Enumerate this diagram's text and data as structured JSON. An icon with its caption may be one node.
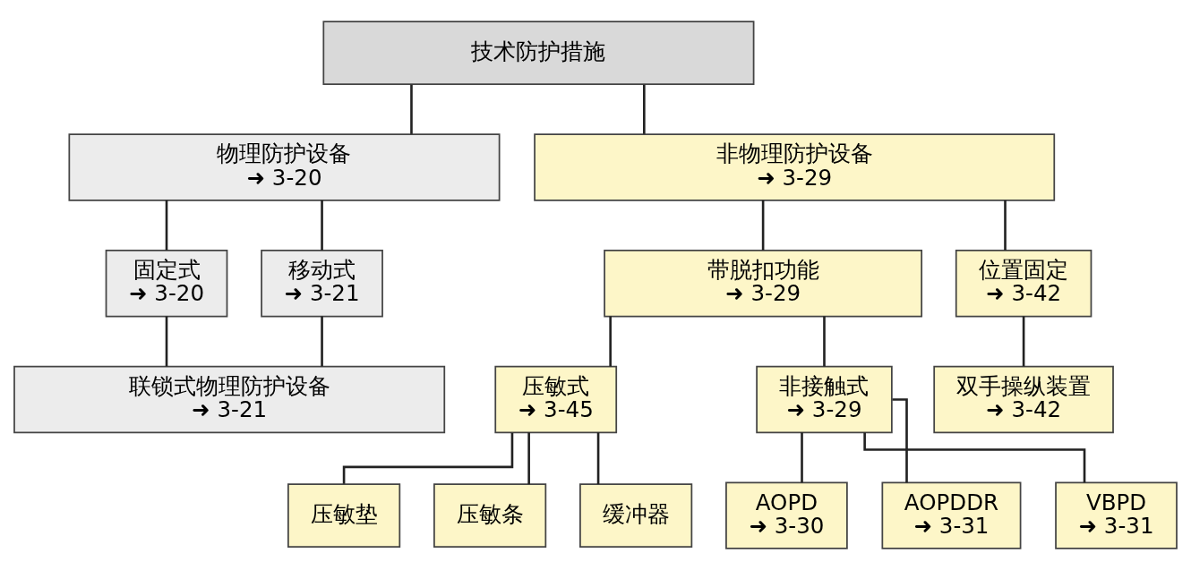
{
  "diagram": {
    "nodes": [
      {
        "text": [
          "技术防护措施"
        ]
      },
      {
        "text": [
          "物理防护设备",
          "➜ 3-20"
        ]
      },
      {
        "text": [
          "非物理防护设备",
          "➜ 3-29"
        ]
      },
      {
        "text": [
          "固定式",
          "➜ 3-20"
        ]
      },
      {
        "text": [
          "移动式",
          "➜ 3-21"
        ]
      },
      {
        "text": [
          "联锁式物理防护设备",
          "➜ 3-21"
        ]
      },
      {
        "text": [
          "带脱扣功能",
          "➜ 3-29"
        ]
      },
      {
        "text": [
          "位置固定",
          "➜ 3-42"
        ]
      },
      {
        "text": [
          "压敏式",
          "➜ 3-45"
        ]
      },
      {
        "text": [
          "非接触式",
          "➜ 3-29"
        ]
      },
      {
        "text": [
          "双手操纵装置",
          "➜ 3-42"
        ]
      },
      {
        "text": [
          "压敏垫"
        ]
      },
      {
        "text": [
          "压敏条"
        ]
      },
      {
        "text": [
          "缓冲器"
        ]
      },
      {
        "text": [
          "AOPD",
          "➜ 3-30"
        ]
      },
      {
        "text": [
          "AOPDDR",
          "➜ 3-31"
        ]
      },
      {
        "text": [
          "VBPD",
          "➜ 3-31"
        ]
      }
    ],
    "edges": [
      {
        "from": 0,
        "to": 1,
        "arrow": "none"
      },
      {
        "from": 0,
        "to": 2,
        "arrow": "none"
      },
      {
        "from": 1,
        "to": 3,
        "arrow": "none"
      },
      {
        "from": 1,
        "to": 4,
        "arrow": "none"
      },
      {
        "from": 3,
        "to": 5,
        "arrow": "none"
      },
      {
        "from": 4,
        "to": 5,
        "arrow": "none"
      },
      {
        "from": 2,
        "to": 6,
        "arrow": "none"
      },
      {
        "from": 2,
        "to": 7,
        "arrow": "none"
      },
      {
        "from": 6,
        "to": 8,
        "arrow": "none"
      },
      {
        "from": 6,
        "to": 9,
        "arrow": "none"
      },
      {
        "from": 7,
        "to": 10,
        "arrow": "none"
      },
      {
        "from": 8,
        "to": 11,
        "arrow": "none"
      },
      {
        "from": 8,
        "to": 12,
        "arrow": "none"
      },
      {
        "from": 8,
        "to": 13,
        "arrow": "none"
      },
      {
        "from": 9,
        "to": 14,
        "arrow": "none"
      },
      {
        "from": 9,
        "to": 15,
        "arrow": "none"
      },
      {
        "from": 9,
        "to": 16,
        "arrow": "none"
      }
    ]
  }
}
